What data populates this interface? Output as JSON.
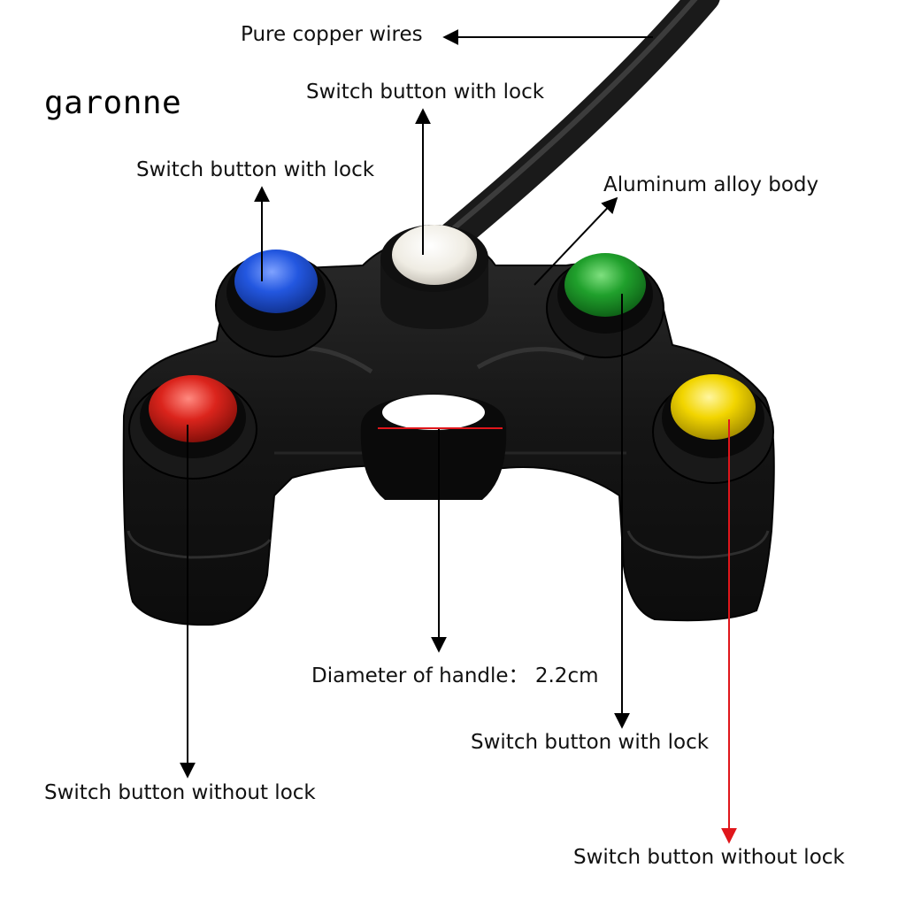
{
  "brand": "garonne",
  "labels": {
    "copper_wires": "Pure copper wires",
    "top_center_button": "Switch button with lock",
    "top_left_button": "Switch button with lock",
    "body": "Aluminum alloy body",
    "handle_diameter": "Diameter of handle： 2.2cm",
    "bottom_right_button": "Switch button with lock",
    "front_left_button": "Switch button without lock",
    "front_right_button": "Switch button without lock"
  },
  "colors": {
    "housing": "#141414",
    "cable": "#1a1a1a",
    "button_blue": "#1f4fd1",
    "button_white": "#f2efe6",
    "button_green": "#1f9a2a",
    "button_red": "#d8231c",
    "button_yellow": "#f0d400",
    "leader_black": "#000000",
    "leader_red": "#e0161b"
  }
}
